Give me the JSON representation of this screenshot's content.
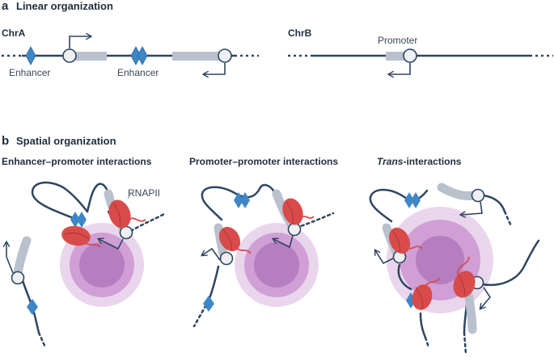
{
  "panel_a": {
    "letter": "a",
    "title": "Linear organization",
    "chrA": {
      "label": "ChrA",
      "enhancer_1": "Enhancer",
      "enhancer_2": "Enhancer"
    },
    "chrB": {
      "label": "ChrB",
      "promoter": "Promoter"
    }
  },
  "panel_b": {
    "letter": "b",
    "title": "Spatial organization",
    "sub_1": "Enhancer–promoter interactions",
    "sub_2": "Promoter–promoter interactions",
    "sub_3_italic": "Trans",
    "sub_3_rest": "-interactions",
    "rnapii": "RNAPII"
  },
  "colors": {
    "chromatin": "#2e4560",
    "enhancer": "#3f86c6",
    "gene_body": "#b9c1cd",
    "promoter": "#eef0f3",
    "rnapii": "#d94b4b",
    "hub_outer": "#ead6ec",
    "hub_mid": "#cf9fd5",
    "hub_inner": "#b57ec0"
  },
  "icons": [
    "enhancer-diamond-icon",
    "promoter-circle-icon",
    "tss-arrow-icon",
    "rnapii-icon",
    "condensate-hub-icon"
  ]
}
